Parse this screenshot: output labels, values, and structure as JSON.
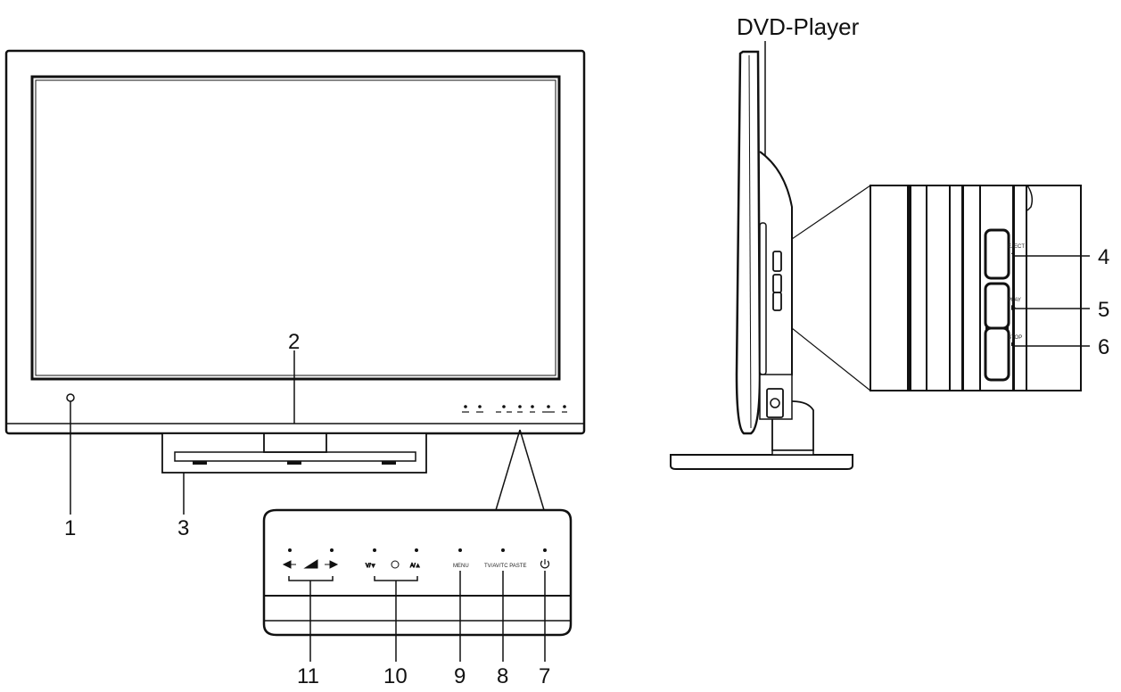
{
  "title": "DVD-Player",
  "callouts": {
    "c1": "1",
    "c2": "2",
    "c3": "3",
    "c4": "4",
    "c5": "5",
    "c6": "6",
    "c7": "7",
    "c8": "8",
    "c9": "9",
    "c10": "10",
    "c11": "11"
  },
  "panel_labels": {
    "menu": "MENU",
    "tv_av": "TV/AV/TC PASTE",
    "eject": "EJECT",
    "play": "PLAY",
    "stop": "STOP"
  }
}
